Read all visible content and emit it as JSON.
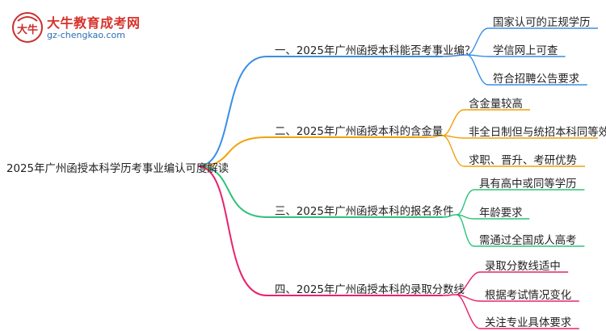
{
  "logo": {
    "name": "大牛教育成考网",
    "url": "gz-chengkao.com",
    "mark_text": "大牛"
  },
  "root": "2025年广州函授本科学历考事业编认可度解读",
  "branches": [
    {
      "label": "一、2025年广州函授本科能否考事业编？",
      "color": "#3a8ee6",
      "leaves": [
        "国家认可的正规学历",
        "学信网上可查",
        "符合招聘公告要求"
      ]
    },
    {
      "label": "二、2025年广州函授本科的含金量",
      "color": "#f0a10a",
      "leaves": [
        "含金量较高",
        "非全日制但与统招本科同等效力",
        "求职、晋升、考研优势"
      ]
    },
    {
      "label": "三、2025年广州函授本科的报名条件",
      "color": "#2ec27a",
      "leaves": [
        "具有高中或同等学历",
        "年龄要求",
        "需通过全国成人高考"
      ]
    },
    {
      "label": "四、2025年广州函授本科的录取分数线",
      "color": "#e8226d",
      "leaves": [
        "录取分数线适中",
        "根据考试情况变化",
        "关注专业具体要求"
      ]
    }
  ]
}
